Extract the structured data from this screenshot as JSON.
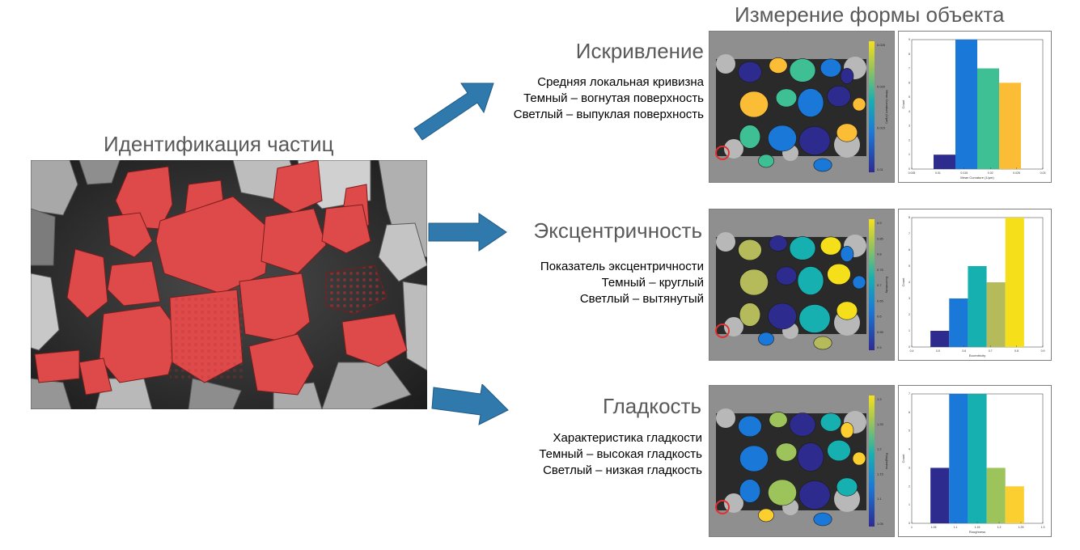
{
  "header": {
    "title": "Измерение формы объекта"
  },
  "identification": {
    "title": "Идентификация частиц"
  },
  "rows": [
    {
      "title": "Искривление",
      "desc": [
        "Средняя локальная кривизна",
        "Темный – вогнутая поверхность",
        "Светлый – выпуклая поверхность"
      ],
      "colorbar": {
        "ticks": [
          "0.025",
          "0.020",
          "0.015",
          "0.01"
        ],
        "label": "Mean Curvature (1/μm)"
      },
      "chart": {
        "type": "bar",
        "values": [
          1,
          9,
          7,
          6
        ],
        "ymax": 9,
        "xticks": [
          "0.005",
          "0.01",
          "0.015",
          "0.02",
          "0.025",
          "0.03"
        ],
        "yticks": [
          "0",
          "1",
          "2",
          "3",
          "4",
          "5",
          "6",
          "7",
          "8",
          "9"
        ],
        "xlabel": "Mean Curvature (1/μm)",
        "ylabel": "Count",
        "colors": [
          "#2e2b8f",
          "#1a78d8",
          "#3fbf94",
          "#fbbd35"
        ]
      }
    },
    {
      "title": "Эксцентричность",
      "desc": [
        "Показатель эксцентричности",
        "Темный – круглый",
        "Светлый – вытянутый"
      ],
      "colorbar": {
        "ticks": [
          "0.9",
          "0.85",
          "0.8",
          "0.75",
          "0.7",
          "0.65",
          "0.6",
          "0.55",
          "0.5"
        ],
        "label": "Eccentricity"
      },
      "chart": {
        "type": "bar",
        "values": [
          1,
          3,
          5,
          4,
          8
        ],
        "ymax": 8,
        "xticks": [
          "0.4",
          "0.5",
          "0.6",
          "0.7",
          "0.8",
          "0.9"
        ],
        "yticks": [
          "0",
          "1",
          "2",
          "3",
          "4",
          "5",
          "6",
          "7",
          "8"
        ],
        "xlabel": "Eccentricity",
        "ylabel": "Count",
        "colors": [
          "#2e2b8f",
          "#1a78d8",
          "#17b0b0",
          "#b5bb5a",
          "#f5df1a"
        ]
      }
    },
    {
      "title": "Гладкость",
      "desc": [
        "Характеристика гладкости",
        "Темный – высокая гладкость",
        "Светлый – низкая гладкость"
      ],
      "colorbar": {
        "ticks": [
          "1.3",
          "1.25",
          "1.2",
          "1.15",
          "1.1",
          "1.05"
        ],
        "label": "Roughness"
      },
      "chart": {
        "type": "bar",
        "values": [
          3,
          7,
          7,
          3,
          2
        ],
        "ymax": 7,
        "xticks": [
          "1",
          "1.05",
          "1.1",
          "1.15",
          "1.2",
          "1.25",
          "1.3"
        ],
        "yticks": [
          "0",
          "1",
          "2",
          "3",
          "4",
          "5",
          "6",
          "7"
        ],
        "xlabel": "Roughness",
        "ylabel": "Count",
        "colors": [
          "#2e2b8f",
          "#1a78d8",
          "#17b0b0",
          "#9cc45a",
          "#fbcf30"
        ]
      }
    }
  ]
}
